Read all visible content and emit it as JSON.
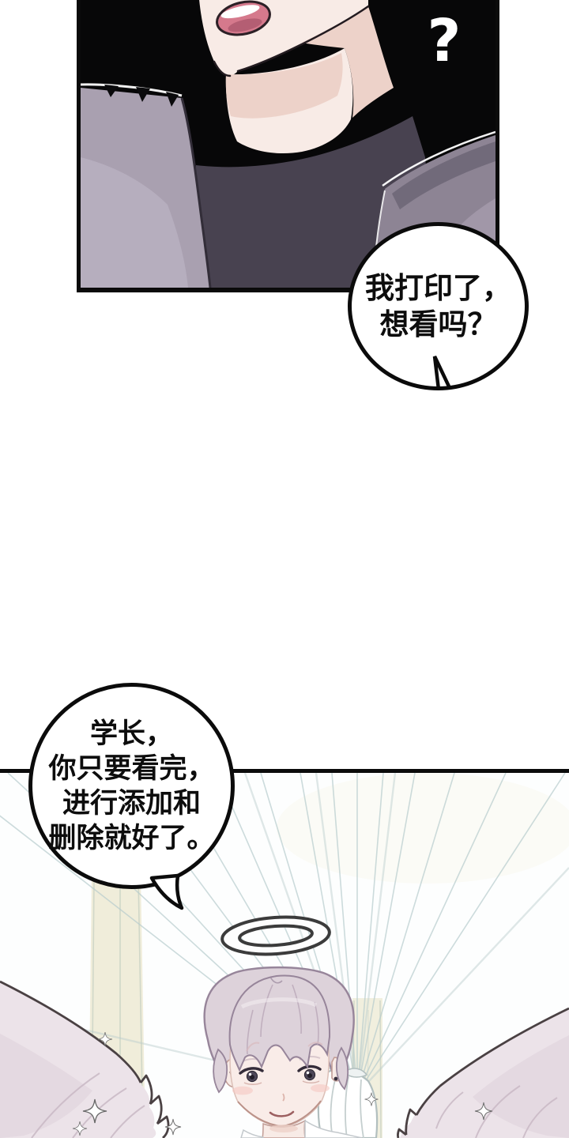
{
  "comic": {
    "panel1": {
      "question_mark": "?"
    },
    "bubbles": [
      {
        "lines": [
          "我打印了，",
          "想看吗？"
        ]
      },
      {
        "lines": [
          "学长，",
          "你只要看完，",
          "进行添加和",
          "删除就好了。"
        ]
      }
    ]
  },
  "colors": {
    "ink": "#0b0b0b",
    "panel1-bg": "#070708",
    "skin": "#f8ebe6",
    "skin-shadow": "#edd2c9",
    "mouth": "#d5798c",
    "mouth-dark": "#b05b70",
    "turtleneck": "#484250",
    "jacket-light": "#a9a0b0",
    "jacket-light2": "#bcb4c4",
    "jacket-mid": "#8d8494",
    "jacket-dark": "#6e6777",
    "angel-hair": "#ddd2da",
    "angel-hair-shade": "#c6b5c5",
    "angel-hair-line": "#97859a",
    "eye": "#4e4758",
    "lash": "#342c39",
    "blush": "#f5c8c1",
    "wing": "#ece3e9",
    "wing-shade": "#d9cad5",
    "wing-line": "#4a4143",
    "curtain": "#efecd8",
    "curtain-line": "#c9d2c4",
    "ray": "#b7cccd",
    "halo": "#3b3b3b"
  }
}
